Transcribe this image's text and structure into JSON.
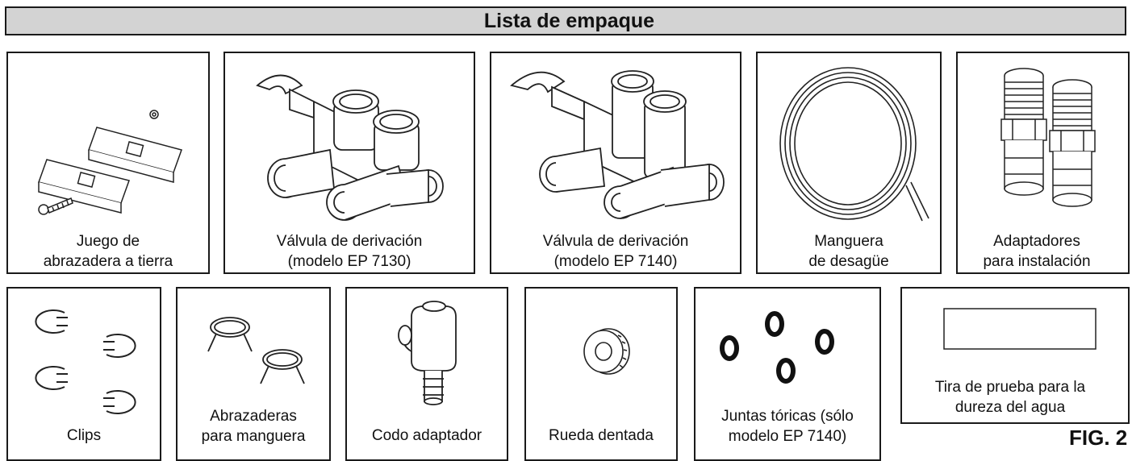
{
  "title": "Lista de empaque",
  "items": [
    {
      "line1": "Juego de",
      "line2": "abrazadera a tierra"
    },
    {
      "line1": "Válvula de derivación",
      "line2": "(modelo EP 7130)"
    },
    {
      "line1": "Válvula de derivación",
      "line2": "(modelo EP 7140)"
    },
    {
      "line1": "Manguera",
      "line2": "de desagüe"
    },
    {
      "line1": "Adaptadores",
      "line2": "para instalación"
    },
    {
      "line1": "Clips",
      "line2": ""
    },
    {
      "line1": "Abrazaderas",
      "line2": "para manguera"
    },
    {
      "line1": "Codo adaptador",
      "line2": ""
    },
    {
      "line1": "Rueda dentada",
      "line2": ""
    },
    {
      "line1": "Juntas tóricas (sólo",
      "line2": "modelo EP 7140)"
    },
    {
      "line1": "Tira de prueba para la",
      "line2": "dureza del agua"
    }
  ],
  "figure_label": "FIG. 2",
  "icons": [
    "ground-clamp-kit-icon",
    "bypass-valve-icon",
    "bypass-valve-icon",
    "drain-hose-icon",
    "installation-adapters-icon",
    "clips-icon",
    "hose-clamps-icon",
    "elbow-adapter-icon",
    "toothed-wheel-icon",
    "o-rings-icon",
    "test-strip-icon"
  ]
}
